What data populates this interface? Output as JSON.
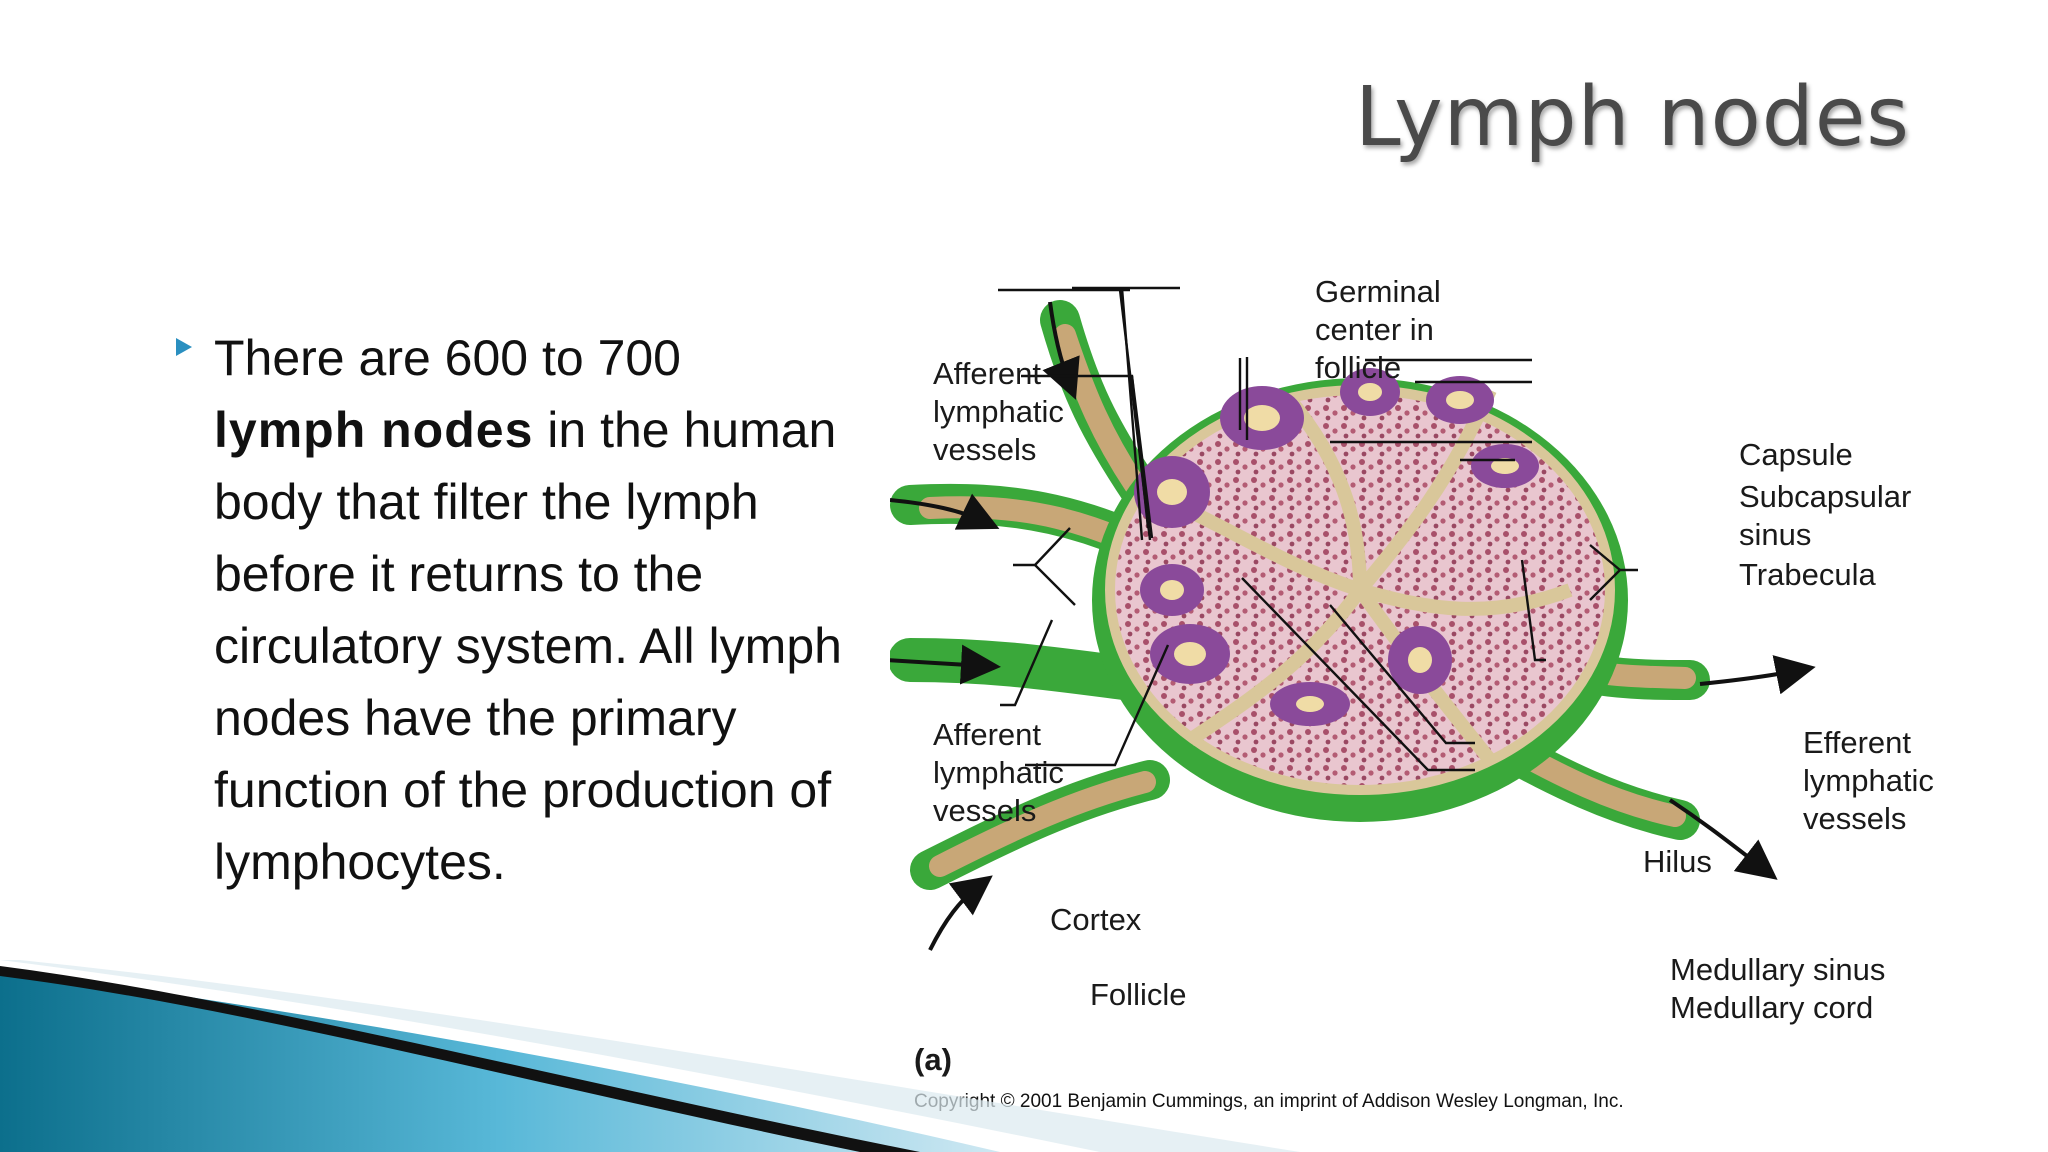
{
  "slide": {
    "title": "Lymph nodes",
    "body_lead": "There are 600 to 700",
    "body_bold": "lymph nodes",
    "body_rest": " in the human body that filter the lymph before it returns to the circulatory system. All lymph nodes have the primary function of the production of lymphocytes."
  },
  "diagram": {
    "labels": {
      "germinal": [
        "Germinal",
        "center in",
        "follicle"
      ],
      "afferent_top": [
        "Afferent",
        "lymphatic",
        "vessels"
      ],
      "afferent_bottom": [
        "Afferent",
        "lymphatic",
        "vessels"
      ],
      "capsule": "Capsule",
      "subcapsular": [
        "Subcapsular",
        "sinus"
      ],
      "trabecula": "Trabecula",
      "efferent": [
        "Efferent",
        "lymphatic",
        "vessels"
      ],
      "hilus": "Hilus",
      "cortex": "Cortex",
      "follicle": "Follicle",
      "medullary_sinus": "Medullary sinus",
      "medullary_cord": "Medullary cord",
      "panel": "(a)"
    },
    "copyright": "Copyright © 2001 Benjamin Cummings, an imprint of Addison Wesley Longman, Inc.",
    "colors": {
      "vessel_green": "#3aa83a",
      "vessel_tan": "#c8a777",
      "node_pink": "#e7c2cc",
      "follicle_purple": "#8a4a9a",
      "germinal_center": "#f0dca6",
      "accent_blue": "#2a8fc0"
    }
  }
}
